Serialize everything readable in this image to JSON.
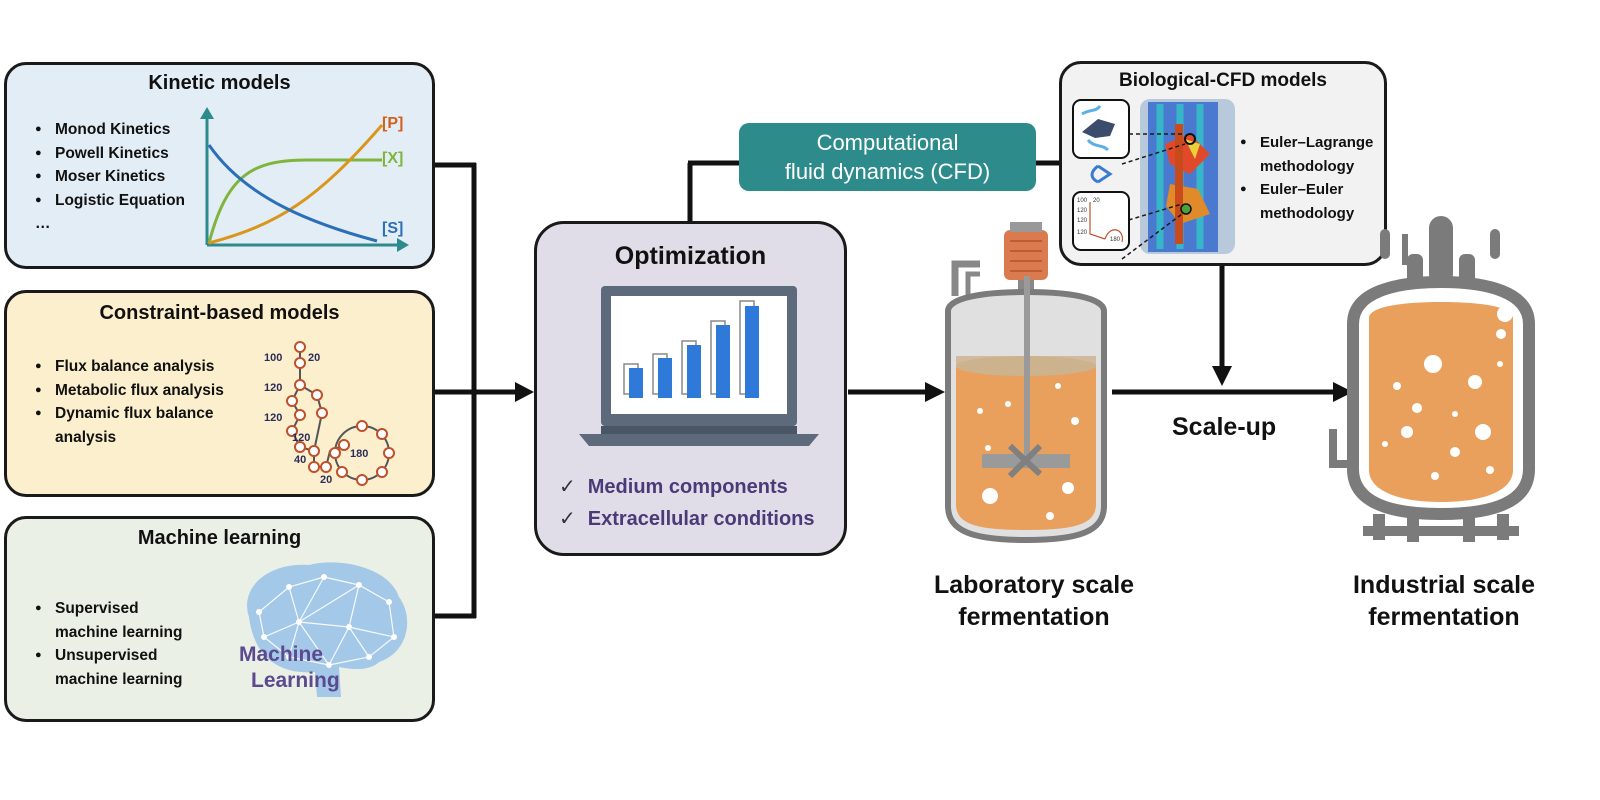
{
  "kinetic": {
    "title": "Kinetic models",
    "items": [
      "Monod Kinetics",
      "Powell Kinetics",
      "Moser Kinetics",
      "Logistic Equation",
      "…"
    ],
    "curves": {
      "p": "[P]",
      "x": "[X]",
      "s": "[S]"
    }
  },
  "constraint": {
    "title": "Constraint-based models",
    "items": [
      "Flux balance analysis",
      "Metabolic flux analysis",
      "Dynamic flux balance",
      "analysis"
    ],
    "network_labels": [
      "100",
      "20",
      "120",
      "120",
      "120",
      "40",
      "20",
      "180"
    ]
  },
  "ml": {
    "title": "Machine learning",
    "items": [
      "Supervised",
      "machine learning",
      "Unsupervised",
      "machine learning"
    ],
    "brain_line1": "Machine",
    "brain_line2": "Learning"
  },
  "optimization": {
    "title": "Optimization",
    "checks": [
      "Medium components",
      "Extracellular conditions"
    ],
    "check_mark": "✓"
  },
  "cfd": {
    "label_line1": "Computational",
    "label_line2": "fluid dynamics (CFD)"
  },
  "bio_cfd": {
    "title": "Biological-CFD models",
    "items": [
      "Euler–Lagrange",
      "methodology",
      "Euler–Euler",
      "methodology"
    ],
    "mini_labels": [
      "100",
      "20",
      "120",
      "120",
      "120",
      "180"
    ]
  },
  "lab": {
    "line1": "Laboratory scale",
    "line2": "fermentation"
  },
  "scale_up": "Scale-up",
  "industrial": {
    "line1": "Industrial scale",
    "line2": "fermentation"
  },
  "colors": {
    "kinetic_bg": "#e3edf6",
    "constraint_bg": "#fcefcd",
    "ml_bg": "#eaf0e6",
    "opt_bg": "#e0dde8",
    "cfd_teal": "#2e8b8b",
    "broth": "#e9a05c",
    "vessel_gray": "#7b7b7b",
    "bar_blue": "#2f7ad9",
    "check_text": "#4b3a78"
  }
}
